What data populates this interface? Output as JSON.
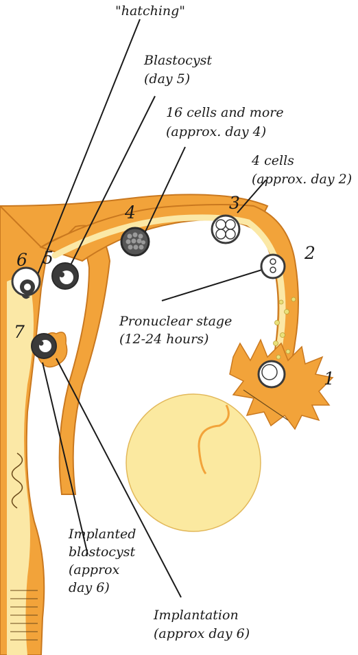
{
  "labels": {
    "hatching": "\"hatching\"",
    "blastocyst_line1": "Blastocyst",
    "blastocyst_line2": "(day 5)",
    "sixteen_line1": "16 cells and more",
    "sixteen_line2": "(approx. day 4)",
    "four_line1": "4 cells",
    "four_line2": "(approx. day 2)",
    "pronuclear_line1": "Pronuclear stage",
    "pronuclear_line2": "(12-24 hours)",
    "implanted_line1": "Implanted",
    "implanted_line2": "blastocyst",
    "implanted_line3": "(approx",
    "implanted_line4": "day 6)",
    "implantation_line1": "Implantation",
    "implantation_line2": "(approx day 6)"
  },
  "stage_numbers": {
    "n1": "1",
    "n2": "2",
    "n3": "3",
    "n4": "4",
    "n5": "5",
    "n6": "6",
    "n7": "7"
  },
  "colors": {
    "tissue": "#f2a33a",
    "tissue_dark": "#d9862a",
    "lumen": "#fbe8a6",
    "ovary": "#fbe9a0",
    "cell_dark": "#3a3a3a",
    "outline": "#c9781f"
  }
}
